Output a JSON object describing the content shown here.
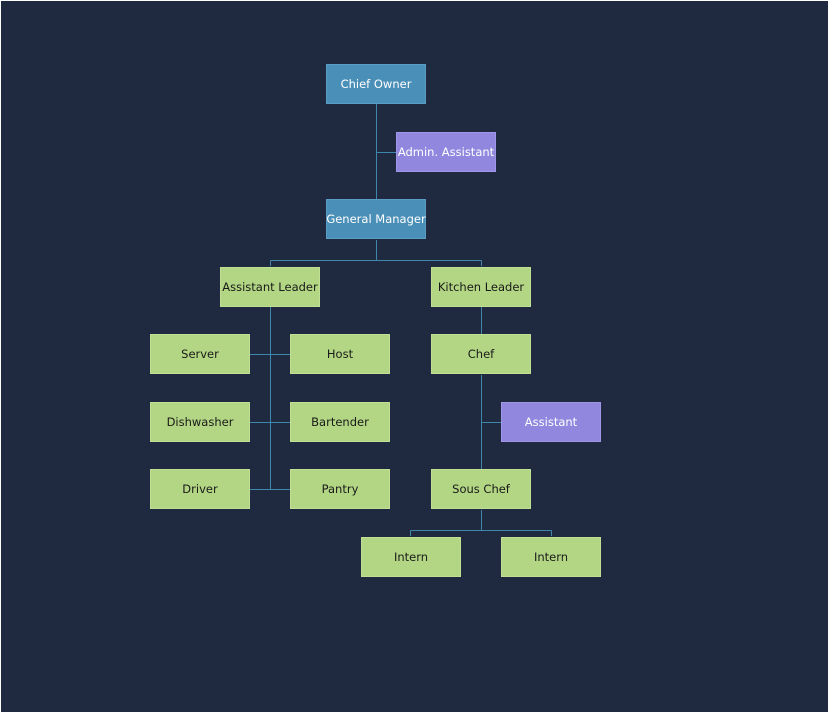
{
  "colors": {
    "background": "#1f2940",
    "connector": "#3f86ad",
    "executive": "#4a8fb8",
    "support": "#9187df",
    "staff": "#b2d683"
  },
  "nodes": {
    "chief_owner": "Chief Owner",
    "admin_assistant": "Admin. Assistant",
    "general_manager": "General Manager",
    "assistant_leader": "Assistant Leader",
    "kitchen_leader": "Kitchen Leader",
    "server": "Server",
    "host": "Host",
    "dishwasher": "Dishwasher",
    "bartender": "Bartender",
    "driver": "Driver",
    "pantry": "Pantry",
    "chef": "Chef",
    "assistant": "Assistant",
    "sous_chef": "Sous Chef",
    "intern_1": "Intern",
    "intern_2": "Intern"
  }
}
